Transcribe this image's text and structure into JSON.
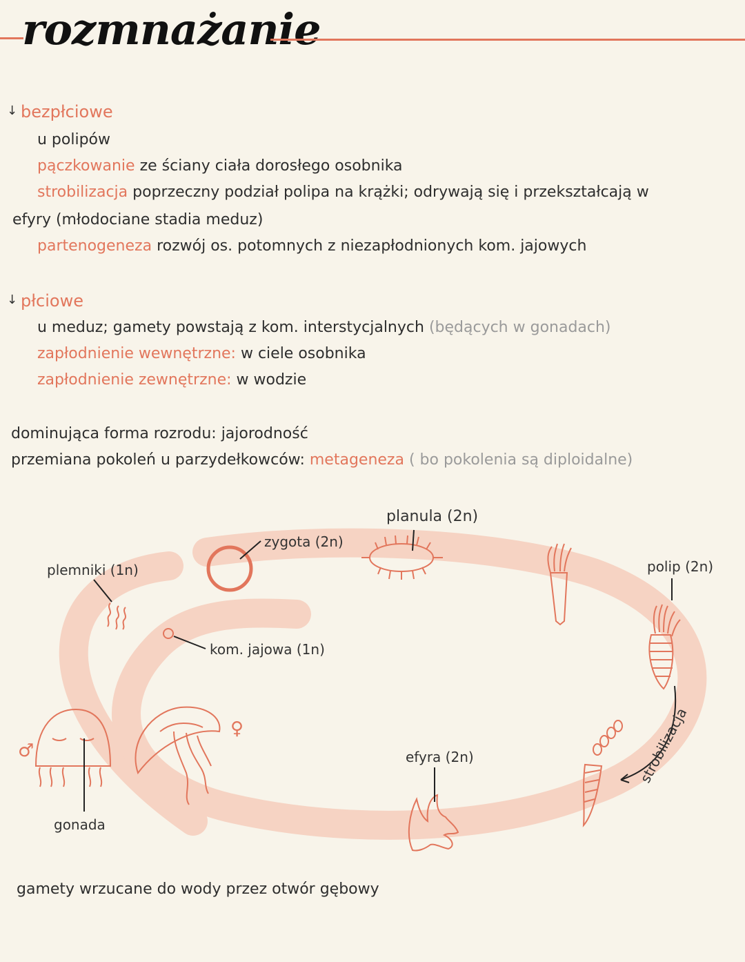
{
  "title": "rozmnażanie",
  "asexual": {
    "arrow": "↓",
    "heading": "bezpłciowe",
    "polyps": "u polipów",
    "budding_term": "pączkowanie",
    "budding_desc": "ze ściany ciała dorosłego osobnika",
    "strob_term": "strobilizacja",
    "strob_desc": "poprzeczny podział polipa na krążki; odrywają się i przekształcają w",
    "strob_cont": "efyry (młodociane stadia meduz)",
    "parth_term": "partenogeneza",
    "parth_desc": "rozwój os. potomnych z niezapłodnionych kom. jajowych"
  },
  "sexual": {
    "arrow": "↓",
    "heading": "płciowe",
    "medusae": "u meduz; gamety powstają z kom. interstycjalnych",
    "medusae_note": "(będących w gonadach)",
    "internal_term": "zapłodnienie wewnętrzne",
    "internal_sep": ":",
    "internal_desc": "w ciele osobnika",
    "external_term": "zapłodnienie zewnętrzne",
    "external_sep": ":",
    "external_desc": "w wodzie"
  },
  "summary": {
    "dominant": "dominująca forma rozrodu: jajorodność",
    "alternation": "przemiana pokoleń u parzydełkowców:",
    "alternation_term": "metageneza",
    "alternation_note": "( bo pokolenia są diploidalne)"
  },
  "diagram": {
    "sperm": "plemniki (1n)",
    "zygote": "zygota (2n)",
    "planula": "planula (2n)",
    "polyp": "polip (2n)",
    "egg": "kom. jajowa (1n)",
    "strobilization": "strobilizacja",
    "ephyra": "efyra (2n)",
    "gonad": "gonada",
    "male_symbol": "♂",
    "female_symbol": "♀",
    "accent_color": "#e2765c",
    "band_color": "#f6d3c3"
  },
  "footer": "gamety wrzucane do wody przez otwór gębowy"
}
